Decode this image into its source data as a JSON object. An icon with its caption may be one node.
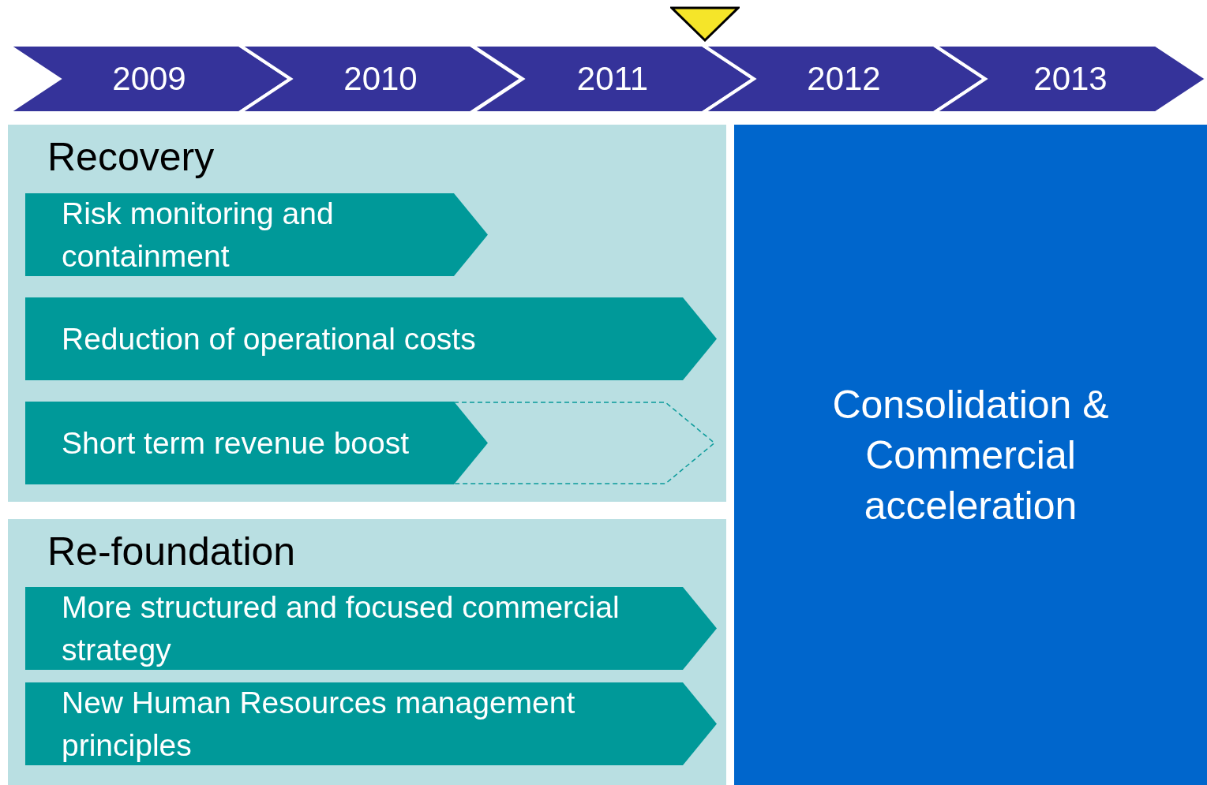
{
  "diagram": {
    "nodes": [
      {
        "text": [
          "2009"
        ]
      },
      {
        "text": [
          "2010"
        ]
      },
      {
        "text": [
          "2011"
        ]
      },
      {
        "text": [
          "2012"
        ]
      },
      {
        "text": [
          "2013"
        ]
      },
      {
        "text": [
          "Recovery"
        ]
      },
      {
        "text": [
          "Risk monitoring and containment"
        ],
        "in": 5
      },
      {
        "text": [
          "Reduction of operational costs"
        ],
        "in": 5
      },
      {
        "text": [
          "Short term revenue boost"
        ],
        "in": 5
      },
      {
        "text": [
          "Re-foundation"
        ]
      },
      {
        "text": [
          "More structured and focused commercial strategy"
        ],
        "in": 9
      },
      {
        "text": [
          "New Human Resources management principles"
        ],
        "in": 9
      },
      {
        "text": [
          "Consolidation & Commercial acceleration"
        ]
      },
      {
        "text": [],
        "shape": "triangle"
      }
    ]
  }
}
